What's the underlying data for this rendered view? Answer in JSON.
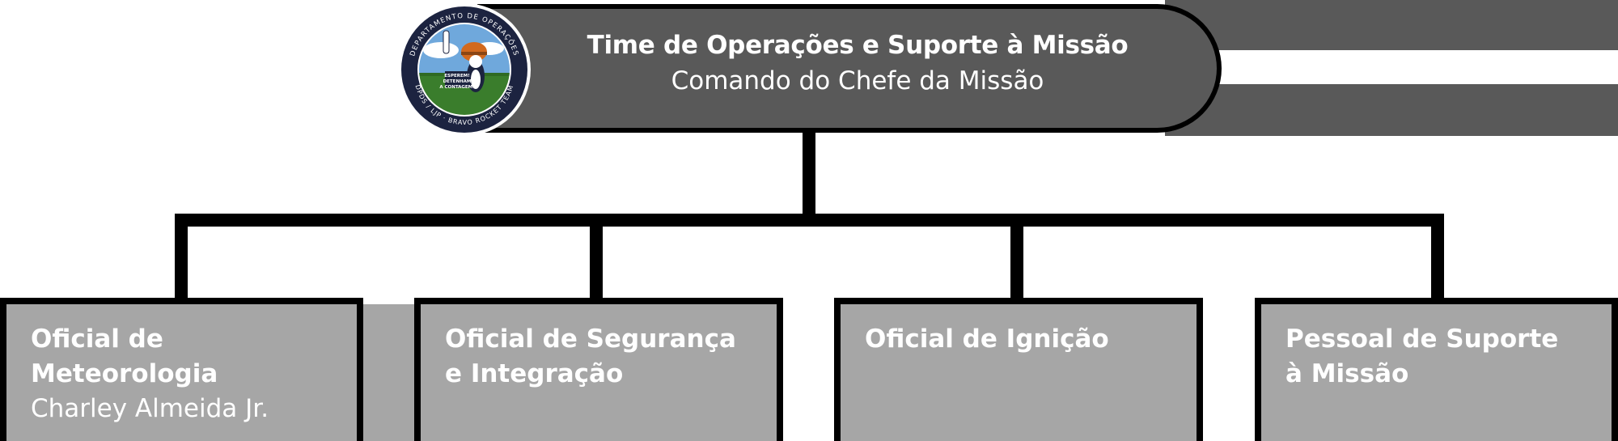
{
  "colors": {
    "header_fill": "#595959",
    "box_fill": "#a6a6a6",
    "connector": "#000000",
    "text": "#ffffff"
  },
  "header": {
    "title": "Time de Operações e Suporte à Missão",
    "subtitle": "Comando do Chefe da Missão"
  },
  "badge": {
    "top_text": "DEPARTAMENTO DE OPERAÇÕES",
    "bottom_text": "DPDS / LJP · BRAVO ROCKET TEAM",
    "sign_lines": [
      "ESPEREM!",
      "DETENHAM",
      "A CONTAGEM!"
    ]
  },
  "boxes": [
    {
      "title_lines": [
        "Oficial de Meteorologia"
      ],
      "name": "Charley Almeida Jr."
    },
    {
      "title_lines": [
        "Oficial de Segurança",
        "e Integração"
      ],
      "name": ""
    },
    {
      "title_lines": [
        "Oficial de Ignição"
      ],
      "name": ""
    },
    {
      "title_lines": [
        "Pessoal de Suporte",
        "à Missão"
      ],
      "name": ""
    }
  ]
}
